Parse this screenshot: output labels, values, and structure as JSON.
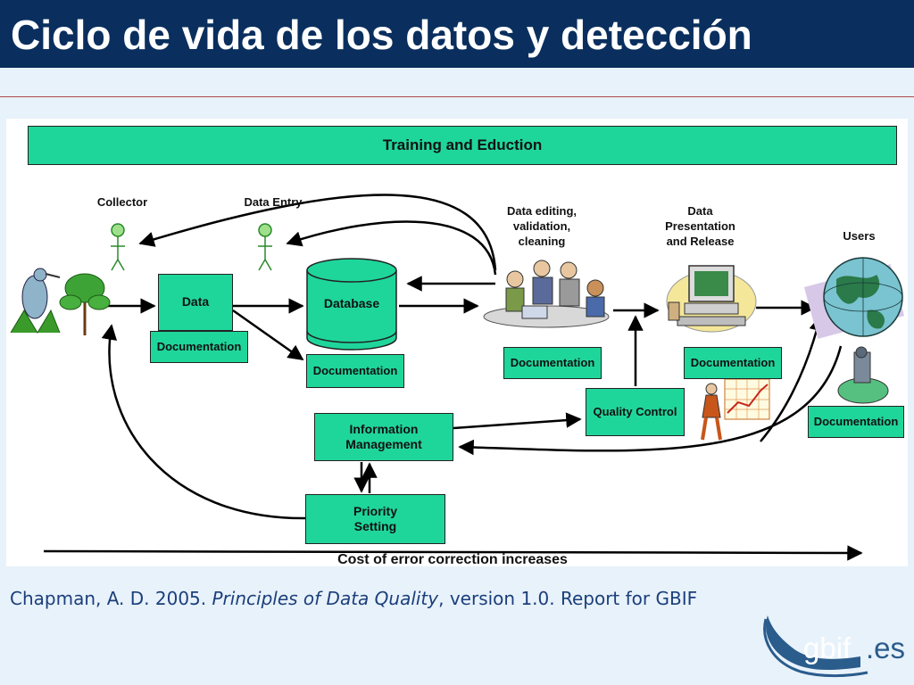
{
  "slide": {
    "title": "Ciclo de vida de los datos y detección",
    "citation": {
      "prefix": "Chapman, A. D. 2005. ",
      "title": "Principles of Data Quality",
      "suffix": ", version 1.0. Report for GBIF"
    }
  },
  "diagram": {
    "banner": "Training and Eduction",
    "labels": {
      "collector": "Collector",
      "data_entry": "Data Entry",
      "editing": "Data editing,\nvalidation,\ncleaning",
      "presentation": "Data\nPresentation\nand Release",
      "users": "Users"
    },
    "boxes": {
      "data": "Data",
      "database": "Database",
      "documentation": "Documentation",
      "quality_control": "Quality Control",
      "info_mgmt": "Information\nManagement",
      "priority": "Priority\nSetting"
    },
    "cost_label": "Cost of error correction increases"
  },
  "logo": {
    "main": "gbif",
    "suffix": ".es"
  },
  "colors": {
    "title_bg": "#0a2f5e",
    "box_fill": "#1fd69a",
    "page_bg": "#e8f2fb",
    "citation": "#1b3f7a"
  },
  "icons": [
    "stick-figure-icon",
    "bird-plant-icon",
    "team-meeting-icon",
    "computer-icon",
    "globe-icon",
    "presenter-chart-icon"
  ]
}
